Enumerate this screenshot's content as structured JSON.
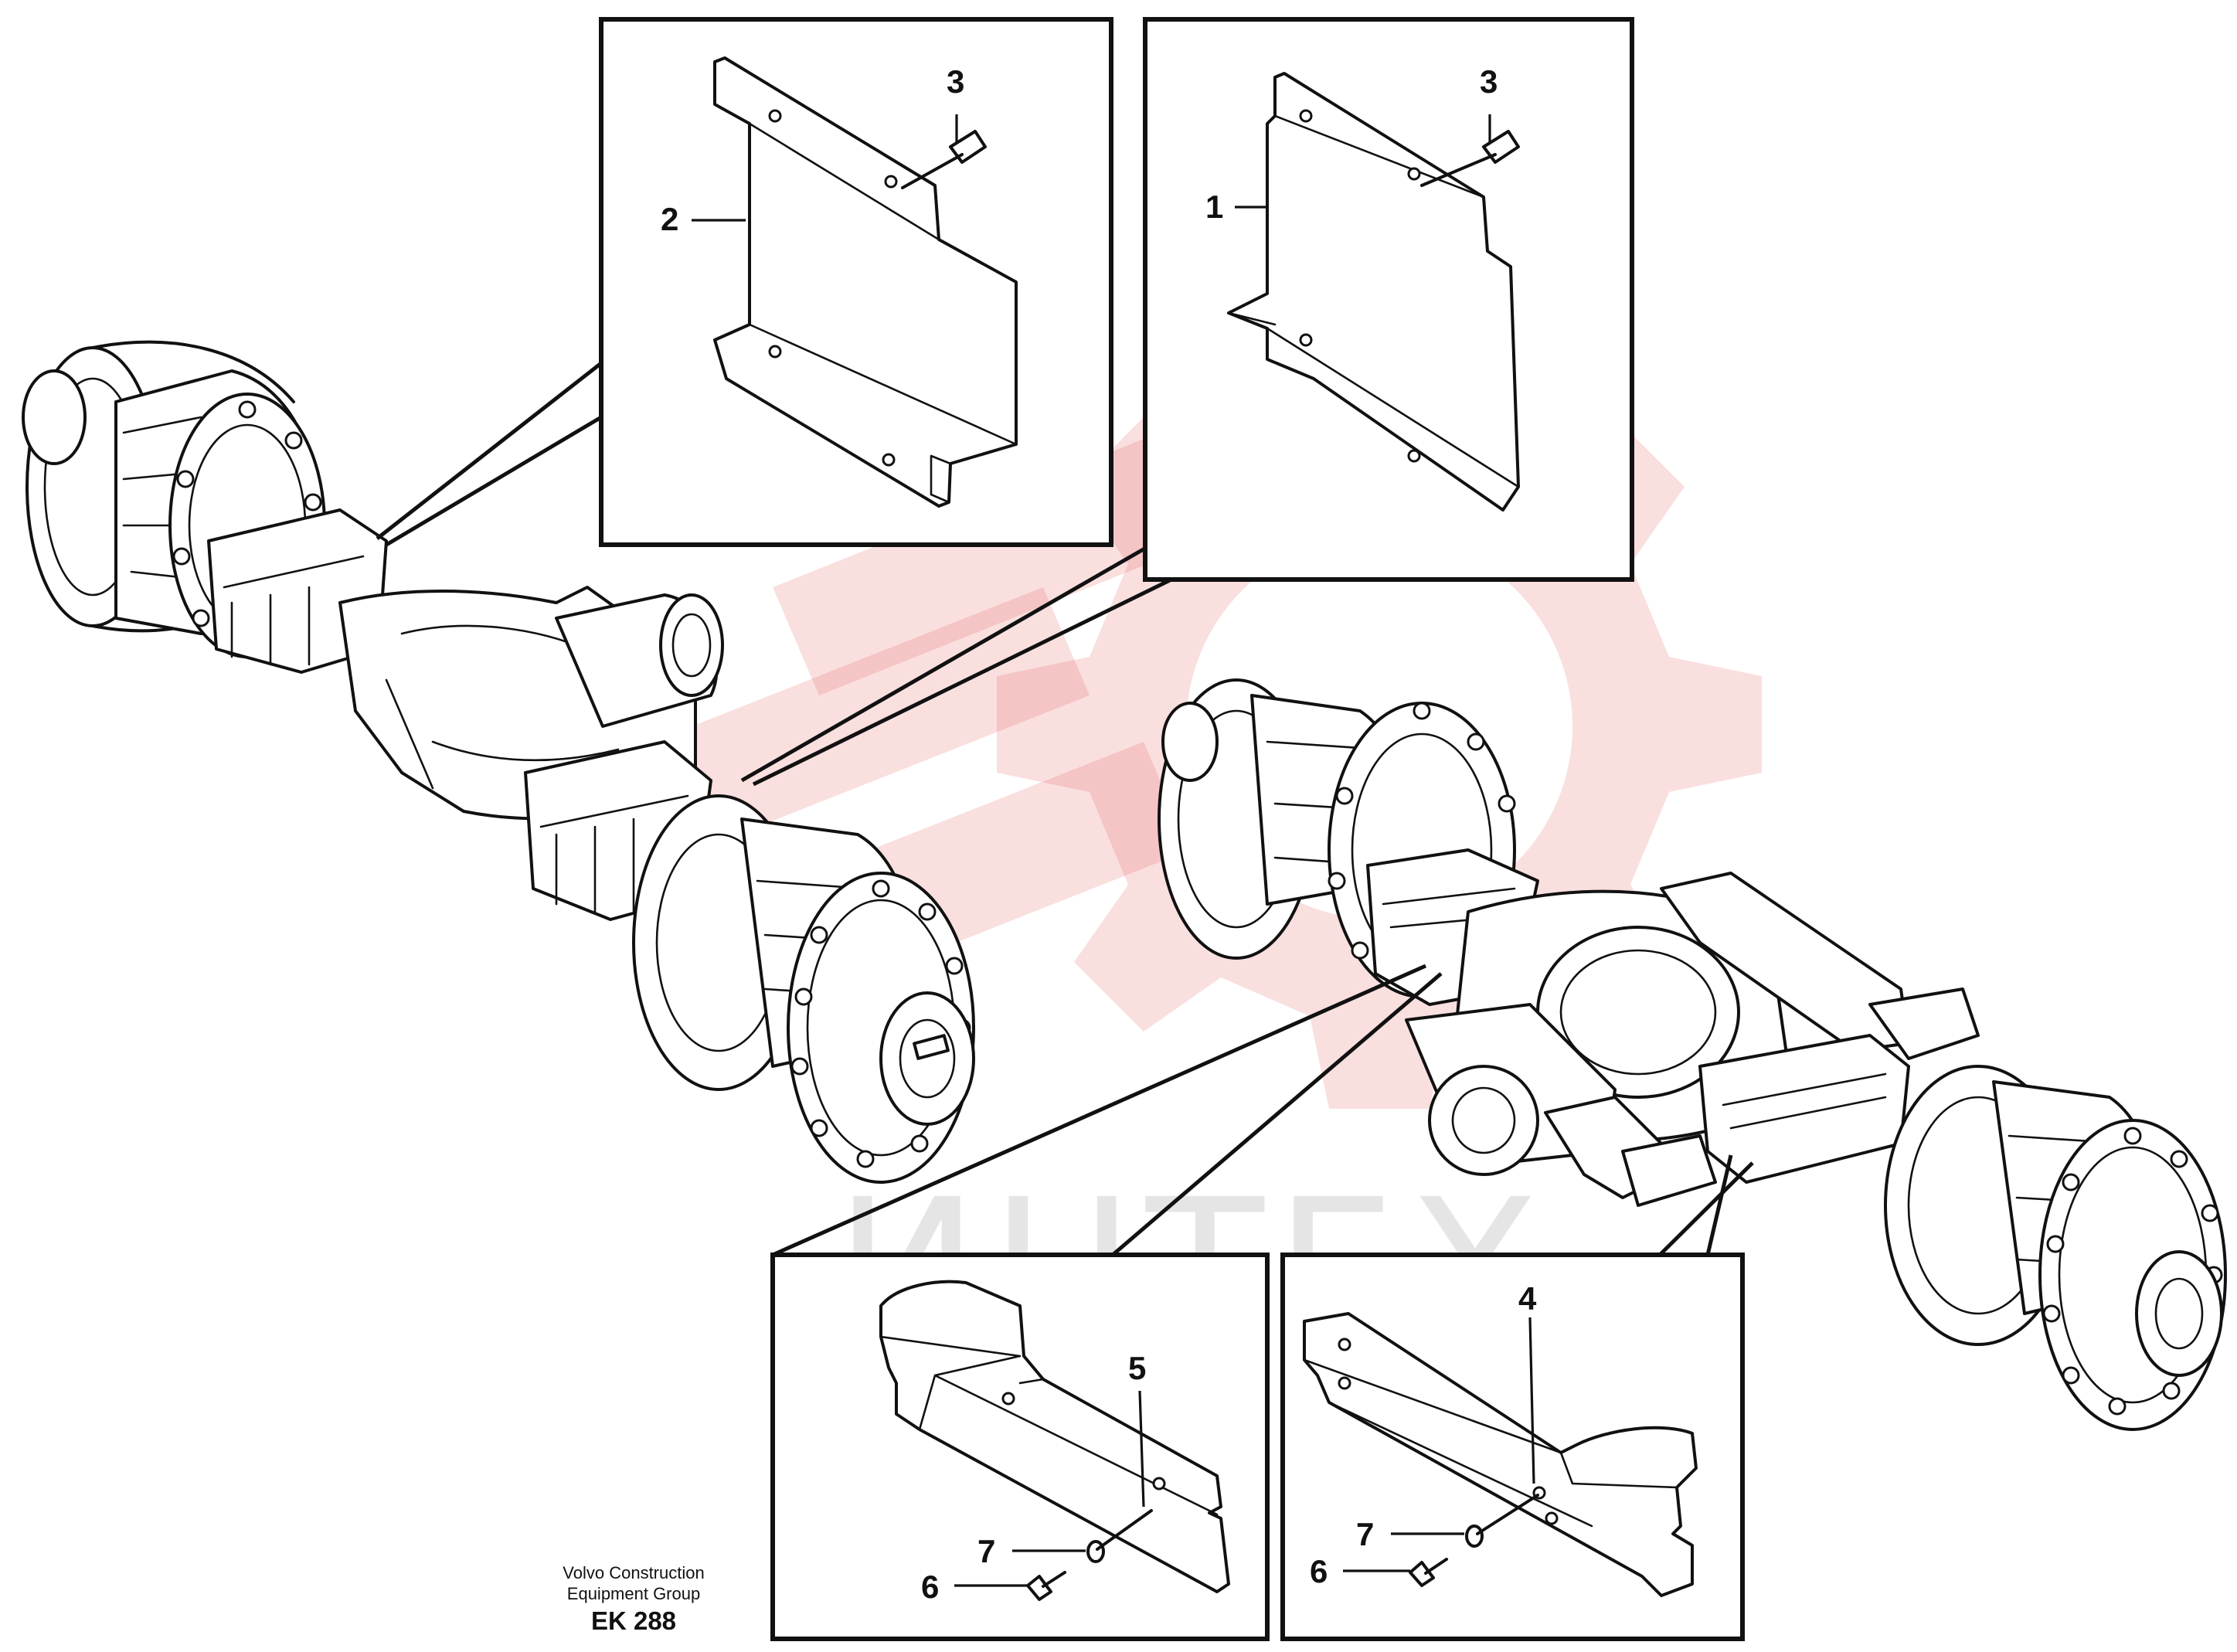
{
  "callouts": {
    "box_top_left": {
      "label_plate": "2",
      "label_bolt": "3"
    },
    "box_top_right": {
      "label_plate": "1",
      "label_bolt": "3"
    },
    "box_bottom_left": {
      "label_guard": "5",
      "label_washer": "7",
      "label_screw": "6"
    },
    "box_bottom_right": {
      "label_guard": "4",
      "label_washer": "7",
      "label_screw": "6"
    }
  },
  "footer": {
    "company_line1": "Volvo Construction",
    "company_line2": "Equipment Group",
    "drawing_code": "EK 288"
  },
  "watermark": {
    "text": "ИНТЕХ",
    "color": "#e33a3a"
  }
}
